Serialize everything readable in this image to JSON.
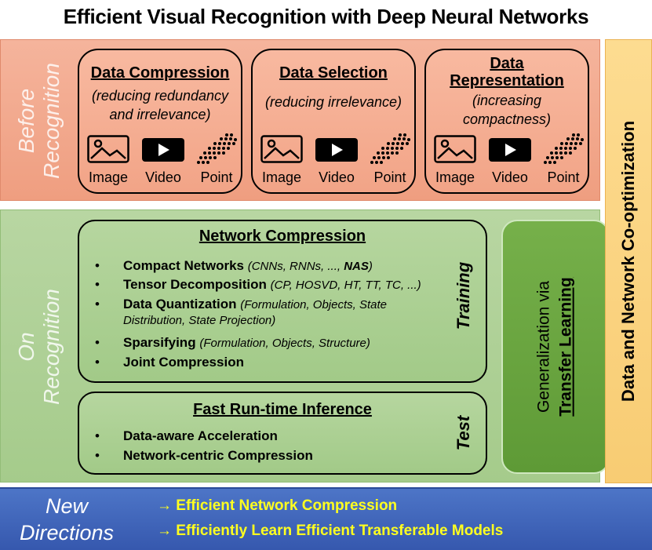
{
  "title": "Efficient Visual Recognition with Deep Neural Networks",
  "before": {
    "label_line1": "Before",
    "label_line2": "Recognition",
    "boxes": [
      {
        "title_lines": [
          "Data Compression"
        ],
        "subtitle_lines": [
          "(reducing redundancy",
          "and irrelevance)"
        ],
        "icons": [
          "image-icon",
          "video-icon",
          "point-cloud-icon"
        ],
        "icon_labels": [
          "Image",
          "Video",
          "Point"
        ]
      },
      {
        "title_lines": [
          "Data Selection"
        ],
        "subtitle_lines": [
          "(reducing irrelevance)"
        ],
        "icons": [
          "image-icon",
          "video-icon",
          "point-cloud-icon"
        ],
        "icon_labels": [
          "Image",
          "Video",
          "Point"
        ]
      },
      {
        "title_lines": [
          "Data",
          "Representation"
        ],
        "subtitle_lines": [
          "(increasing",
          "compactness)"
        ],
        "icons": [
          "image-icon",
          "video-icon",
          "point-cloud-icon"
        ],
        "icon_labels": [
          "Image",
          "Video",
          "Point"
        ]
      }
    ]
  },
  "on": {
    "label_line1": "On",
    "label_line2": "Recognition",
    "network_compression": {
      "title": "Network Compression",
      "side_label": "Training",
      "bullets": [
        {
          "dot": "•",
          "bold": "Compact Networks",
          "detail": "(CNNs, RNNs, ..., ",
          "detail_bold": "NAS",
          "detail_end": ")"
        },
        {
          "dot": "•",
          "bold": "Tensor Decomposition",
          "detail": "(CP, HOSVD, HT, TT, TC, ...)"
        },
        {
          "dot": "•",
          "bold": "Data Quantization",
          "detail": "(Formulation, Objects, State",
          "detail_line2": "Distribution, State Projection)"
        },
        {
          "dot": "•",
          "bold": "Sparsifying",
          "detail": "(Formulation, Objects, Structure)"
        },
        {
          "dot": "•",
          "bold": "Joint Compression",
          "detail": ""
        }
      ]
    },
    "inference": {
      "title": "Fast Run-time Inference",
      "side_label": "Test",
      "bullets": [
        {
          "dot": "•",
          "bold": "Data-aware Acceleration"
        },
        {
          "dot": "•",
          "bold": "Network-centric Compression"
        }
      ]
    },
    "transfer": {
      "line1": "Generalization via",
      "line2": "Transfer Learning"
    }
  },
  "cooptimization": "Data and Network Co-optimization",
  "new_directions": {
    "label_line1": "New",
    "label_line2": "Directions",
    "items": [
      "→ Efficient Network Compression",
      "→ Efficiently Learn Efficient Transferable Models"
    ]
  },
  "colors": {
    "before_band": "#f2a98e",
    "on_band": "#afd197",
    "transfer_box": "#6aa641",
    "cooptimization_band": "#fbd582",
    "new_directions_band": "#4266bb",
    "new_directions_text": "#ffff1f"
  }
}
